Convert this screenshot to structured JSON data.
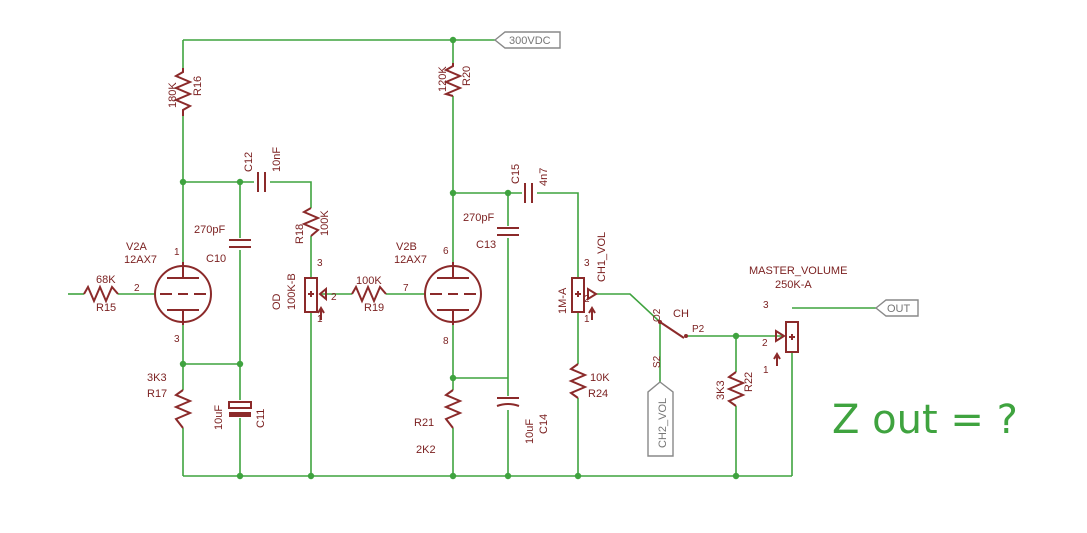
{
  "ports": {
    "supply": "300VDC",
    "out": "OUT",
    "ch2_vol": "CH2_VOL"
  },
  "tubes": {
    "v2a": {
      "name": "V2A",
      "type": "12AX7",
      "pins": [
        "1",
        "2",
        "3"
      ]
    },
    "v2b": {
      "name": "V2B",
      "type": "12AX7",
      "pins": [
        "6",
        "7",
        "8"
      ]
    }
  },
  "resistors": {
    "r16": {
      "ref": "R16",
      "value": "180K"
    },
    "r20": {
      "ref": "R20",
      "value": "120K"
    },
    "r15": {
      "ref": "R15",
      "value": "68K"
    },
    "r17": {
      "ref": "R17",
      "value": "3K3"
    },
    "r18": {
      "ref": "R18",
      "value": "100K"
    },
    "r19": {
      "ref": "R19",
      "value": "100K"
    },
    "r21": {
      "ref": "R21",
      "value": "2K2"
    },
    "r24": {
      "ref": "R24",
      "value": "10K"
    },
    "r22": {
      "ref": "R22",
      "value": "3K3"
    }
  },
  "capacitors": {
    "c12": {
      "ref": "C12",
      "value": "10nF"
    },
    "c10": {
      "ref": "C10",
      "value": "270pF"
    },
    "c11": {
      "ref": "C11",
      "value": "10uF"
    },
    "c15": {
      "ref": "C15",
      "value": "4n7"
    },
    "c13": {
      "ref": "C13",
      "value": "270pF"
    },
    "c14": {
      "ref": "C14",
      "value": "10uF"
    }
  },
  "pots": {
    "od": {
      "ref": "OD",
      "value": "100K-B",
      "pins": [
        "3",
        "2",
        "1"
      ]
    },
    "ch1": {
      "ref": "CH1_VOL",
      "value": "1M-A",
      "pins": [
        "3",
        "2",
        "1"
      ]
    },
    "master": {
      "ref": "MASTER_VOLUME",
      "value": "250K-A",
      "pins": [
        "3",
        "2",
        "1"
      ]
    }
  },
  "switch": {
    "ref": "CH",
    "pins": [
      "O2",
      "P2",
      "S2"
    ]
  },
  "annotation": "Z out = ?",
  "colors": {
    "wire": "#3fa33f",
    "component": "#8b2a2a",
    "port": "#888888"
  }
}
